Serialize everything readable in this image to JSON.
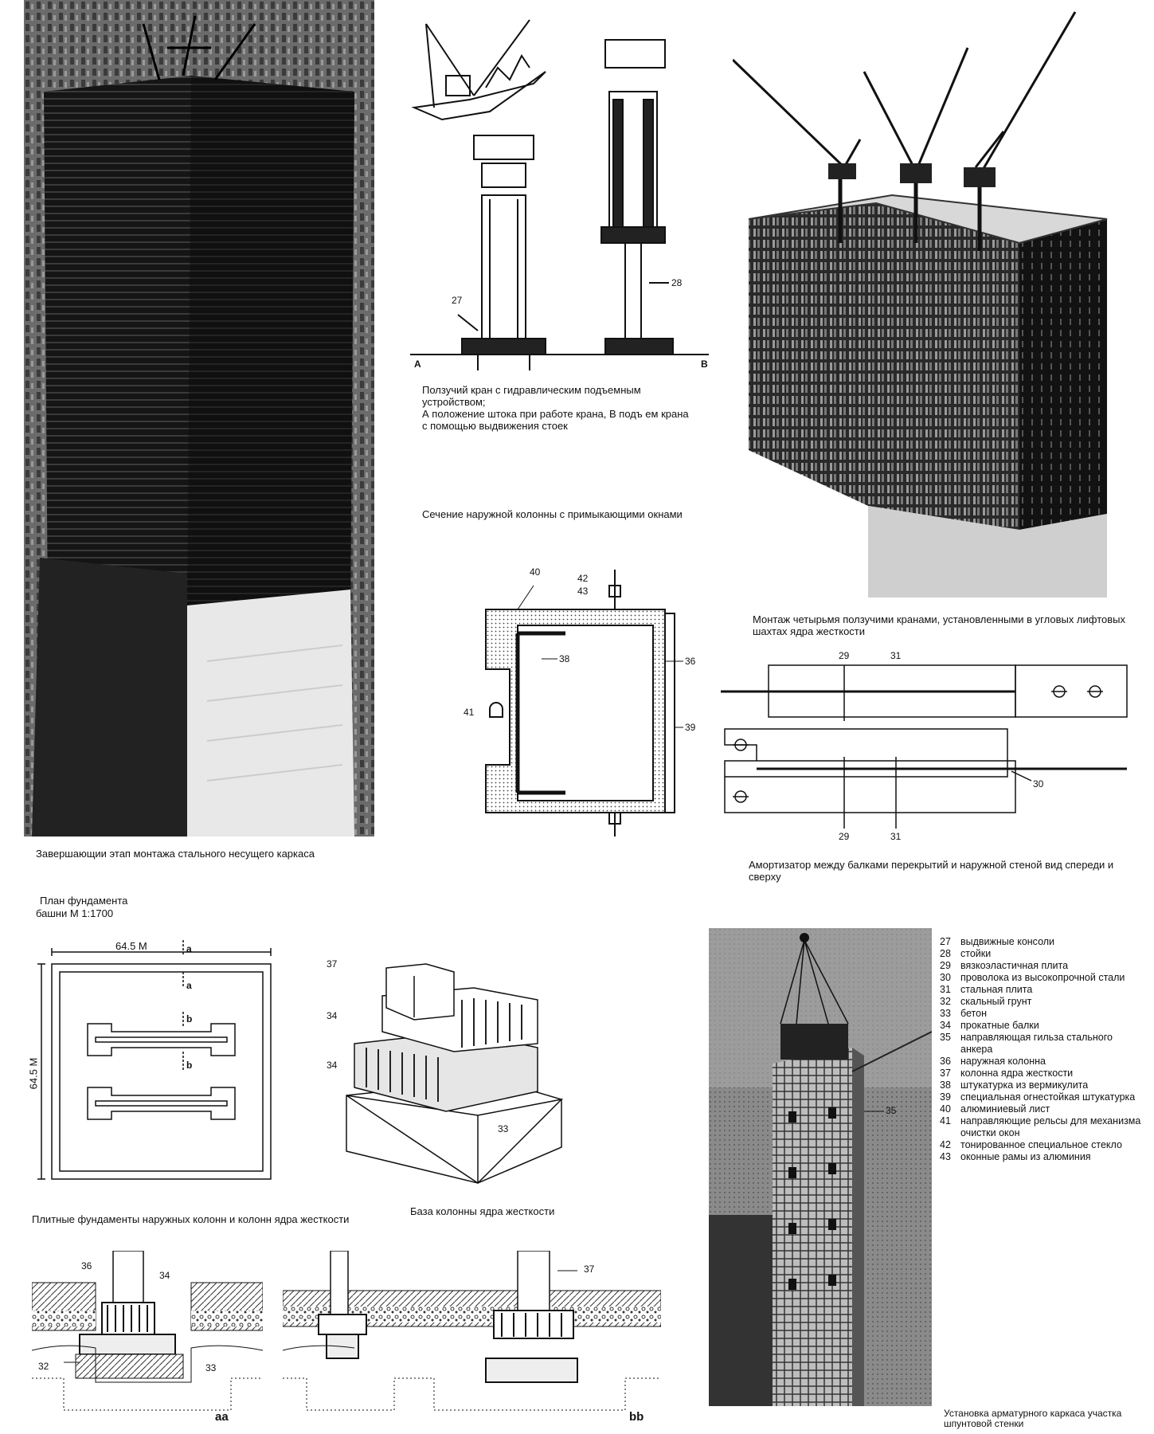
{
  "captions": {
    "tower_photo": "Завершающии этап монтажа стального несущего каркаса",
    "crane_line1": "Ползучий кран с гидравлическим подъемным устройством;",
    "crane_line2": "А положение штока при работе крана, В подъ ем крана с помощью выдвижения стоек",
    "column_section": "Сечение наружной колонны с примыкающими окнами",
    "four_cranes": "Монтаж четырьмя ползучими кранами, установленными в угловых лифтовых шахтах ядра жесткости",
    "damper": "Амортизатор между балками перекрытий и наружной стеной вид спереди и сверху",
    "foundation_plan_1": "План фундамента",
    "foundation_plan_2": "башни М 1:1700",
    "slab_foundations": "Плитные фундаменты наружных колонн и колонн ядра жесткости",
    "core_base": "База колонны ядра жесткости",
    "rebar_install": "Установка арматурного каркаса участка шпунтовой стенки"
  },
  "labels": {
    "A": "А",
    "B": "В",
    "n27": "27",
    "n28": "28",
    "n29": "29",
    "n30": "30",
    "n31": "31",
    "n32": "32",
    "n33": "33",
    "n34": "34",
    "n35": "35",
    "n36": "36",
    "n37": "37",
    "n38": "38",
    "n39": "39",
    "n40": "40",
    "n41": "41",
    "n42": "42",
    "n43": "43",
    "dim_w": "64.5 M",
    "dim_h": "64.5 M",
    "sec_a": "a",
    "sec_b": "b",
    "sec_aa": "aa",
    "sec_bb": "bb"
  },
  "legend": [
    {
      "num": "27",
      "text": "выдвижные консоли"
    },
    {
      "num": "28",
      "text": "стойки"
    },
    {
      "num": "29",
      "text": "вязкоэластичная плита"
    },
    {
      "num": "30",
      "text": "проволока из высокопрочной стали"
    },
    {
      "num": "31",
      "text": "стальная плита"
    },
    {
      "num": "32",
      "text": "скальный грунт"
    },
    {
      "num": "33",
      "text": "бетон"
    },
    {
      "num": "34",
      "text": "прокатные балки"
    },
    {
      "num": "35",
      "text": "направляющая гильза стального анкера"
    },
    {
      "num": "36",
      "text": "наружная колонна"
    },
    {
      "num": "37",
      "text": "колонна ядра жесткости"
    },
    {
      "num": "38",
      "text": "штукатурка из вермикулита"
    },
    {
      "num": "39",
      "text": "специальная огнестойкая штукатурка"
    },
    {
      "num": "40",
      "text": "алюминиевый лист"
    },
    {
      "num": "41",
      "text": "направляющие рельсы для механизма очистки окон"
    },
    {
      "num": "42",
      "text": "тонированное специальное стекло"
    },
    {
      "num": "43",
      "text": "оконные рамы из алюминия"
    }
  ]
}
